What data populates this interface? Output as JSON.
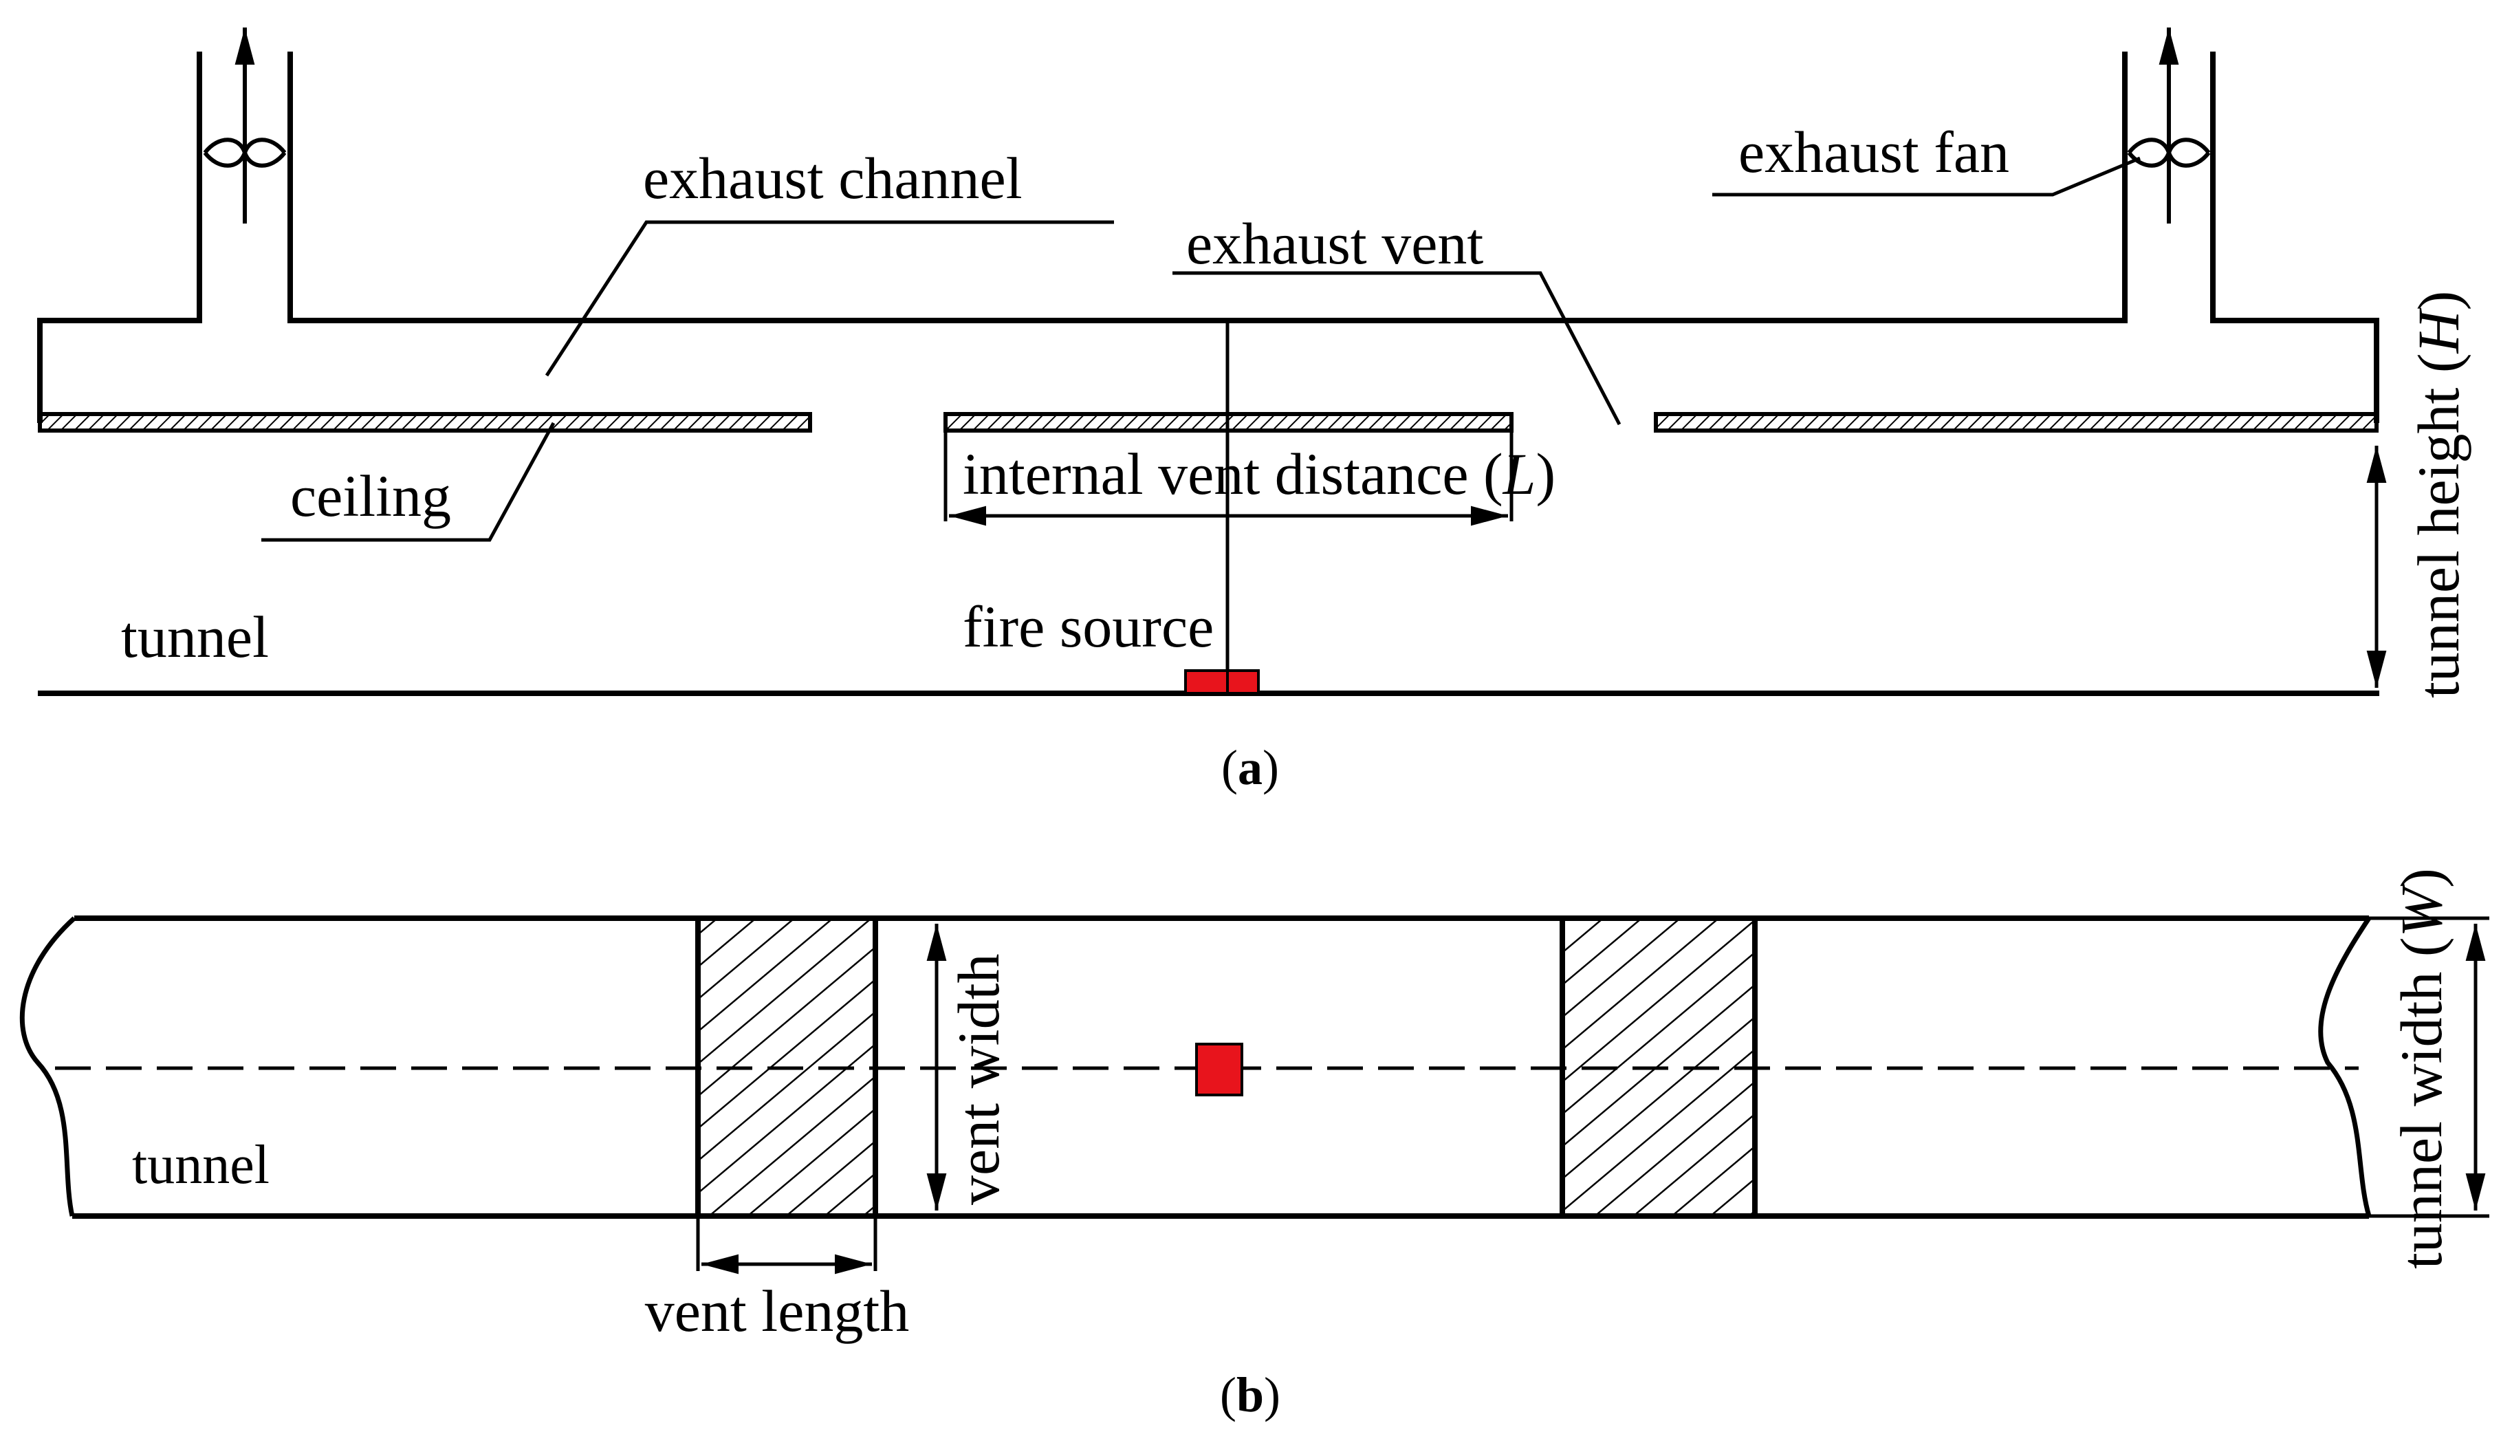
{
  "panel_a": {
    "labels": {
      "exhaust_channel": "exhaust channel",
      "exhaust_vent": "exhaust vent",
      "exhaust_fan": "exhaust fan",
      "ceiling": "ceiling",
      "tunnel": "tunnel",
      "internal_vent_distance": "internal vent distance",
      "internal_vent_distance_symbol": "L",
      "fire_source": "fire source",
      "tunnel_height": "tunnel height",
      "tunnel_height_symbol": "H"
    },
    "caption_letter": "a"
  },
  "panel_b": {
    "labels": {
      "tunnel": "tunnel",
      "vent_width": "vent width",
      "vent_length": "vent length",
      "tunnel_width": "tunnel width",
      "tunnel_width_symbol": "W"
    },
    "caption_letter": "b"
  },
  "colors": {
    "fire_source": "#e8141c",
    "line": "#000000"
  }
}
